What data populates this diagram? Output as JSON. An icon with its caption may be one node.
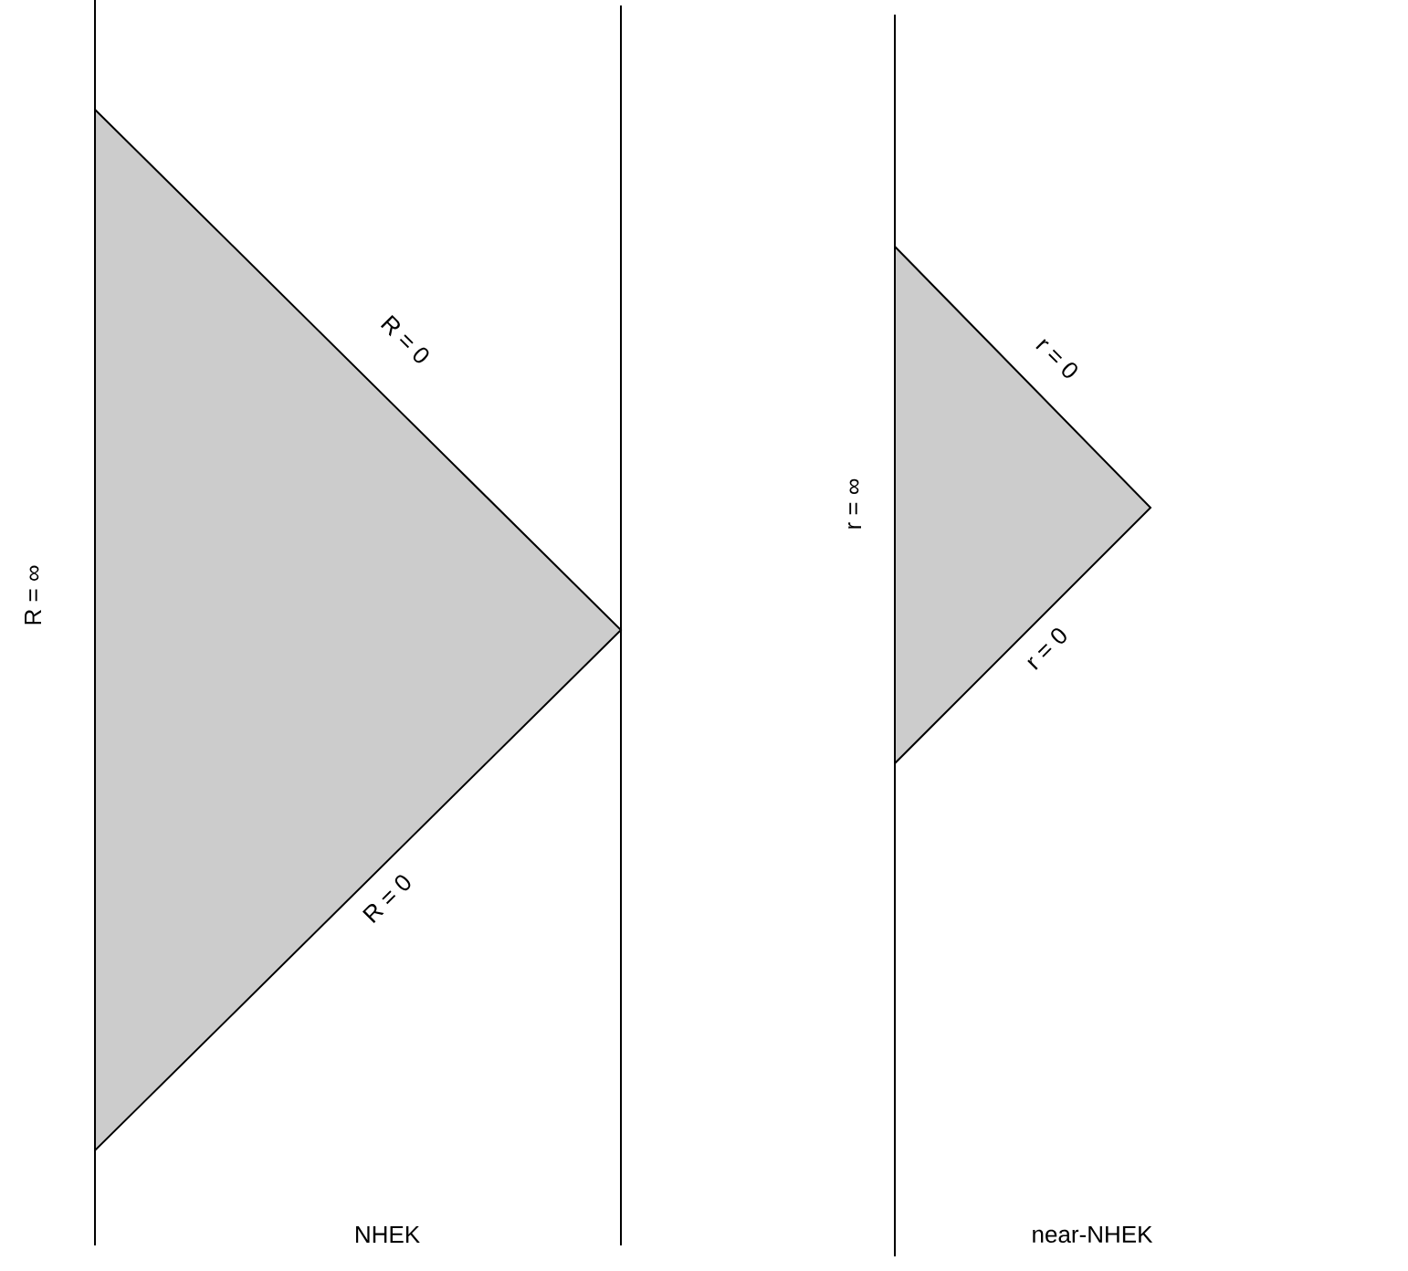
{
  "diagram": {
    "labels": [
      "R = 0",
      "R = ∞",
      "R = 0",
      "NHEK",
      "r = 0",
      "r = ∞",
      "r = 0",
      "near-NHEK"
    ]
  }
}
